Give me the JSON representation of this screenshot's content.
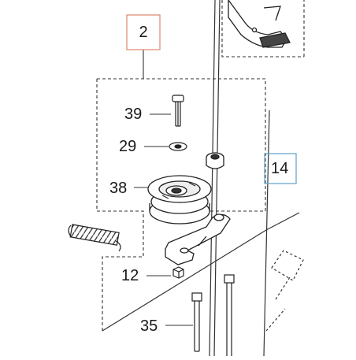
{
  "callouts": [
    {
      "id": "ref-2",
      "text": "2",
      "border_color": "#e08f7a"
    },
    {
      "id": "ref-14",
      "text": "14",
      "border_color": "#6aa8cc"
    }
  ],
  "part_numbers": {
    "p39": "39",
    "p29": "29",
    "p38": "38",
    "p12": "12",
    "p35": "35"
  }
}
